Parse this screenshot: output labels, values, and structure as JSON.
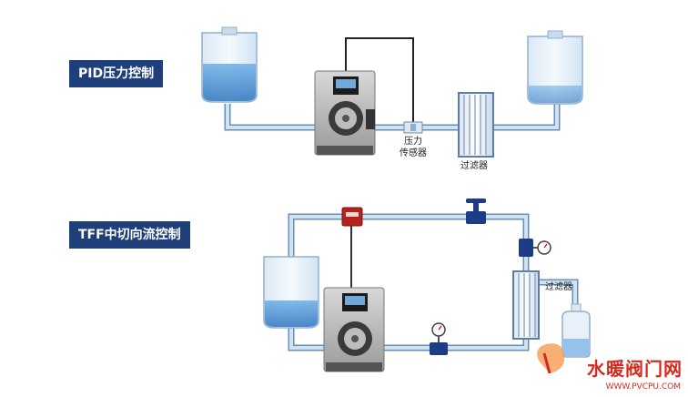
{
  "diagram1": {
    "title": "PID压力控制",
    "sensor_label_line1": "压力",
    "sensor_label_line2": "传感器",
    "filter_label": "过滤器"
  },
  "diagram2": {
    "title": "TFF中切向流控制",
    "filter_label": "过滤器"
  },
  "watermark": {
    "text": "水暖阀门网",
    "url": "WWW.PVCPU.COM"
  },
  "colors": {
    "title_bg": "#1f3f7a",
    "tube": "#cfe3f3",
    "tube_edge": "#6a8db3",
    "liquid": "#3a82c8",
    "valve": "#1d3c86",
    "sensor_red": "#b3231d"
  }
}
